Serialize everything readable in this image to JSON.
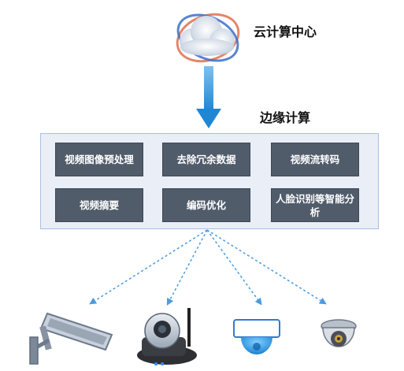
{
  "cloud": {
    "label": "云计算中心"
  },
  "edge": {
    "label": "边缘计算",
    "modules": [
      "视频图像预处理",
      "去除冗余数据",
      "视频流转码",
      "视频摘要",
      "编码优化",
      "人脸识别等智能分析"
    ]
  },
  "devices": [
    "bullet-camera",
    "ptz-camera",
    "dome-camera",
    "mini-dome-camera"
  ],
  "colors": {
    "arrow": "#2b8fd8",
    "panel_bg": "#e9eef7",
    "panel_border": "#a9bfe0",
    "module_bg": "#515c6b",
    "dashed_link": "#4a9be0"
  }
}
